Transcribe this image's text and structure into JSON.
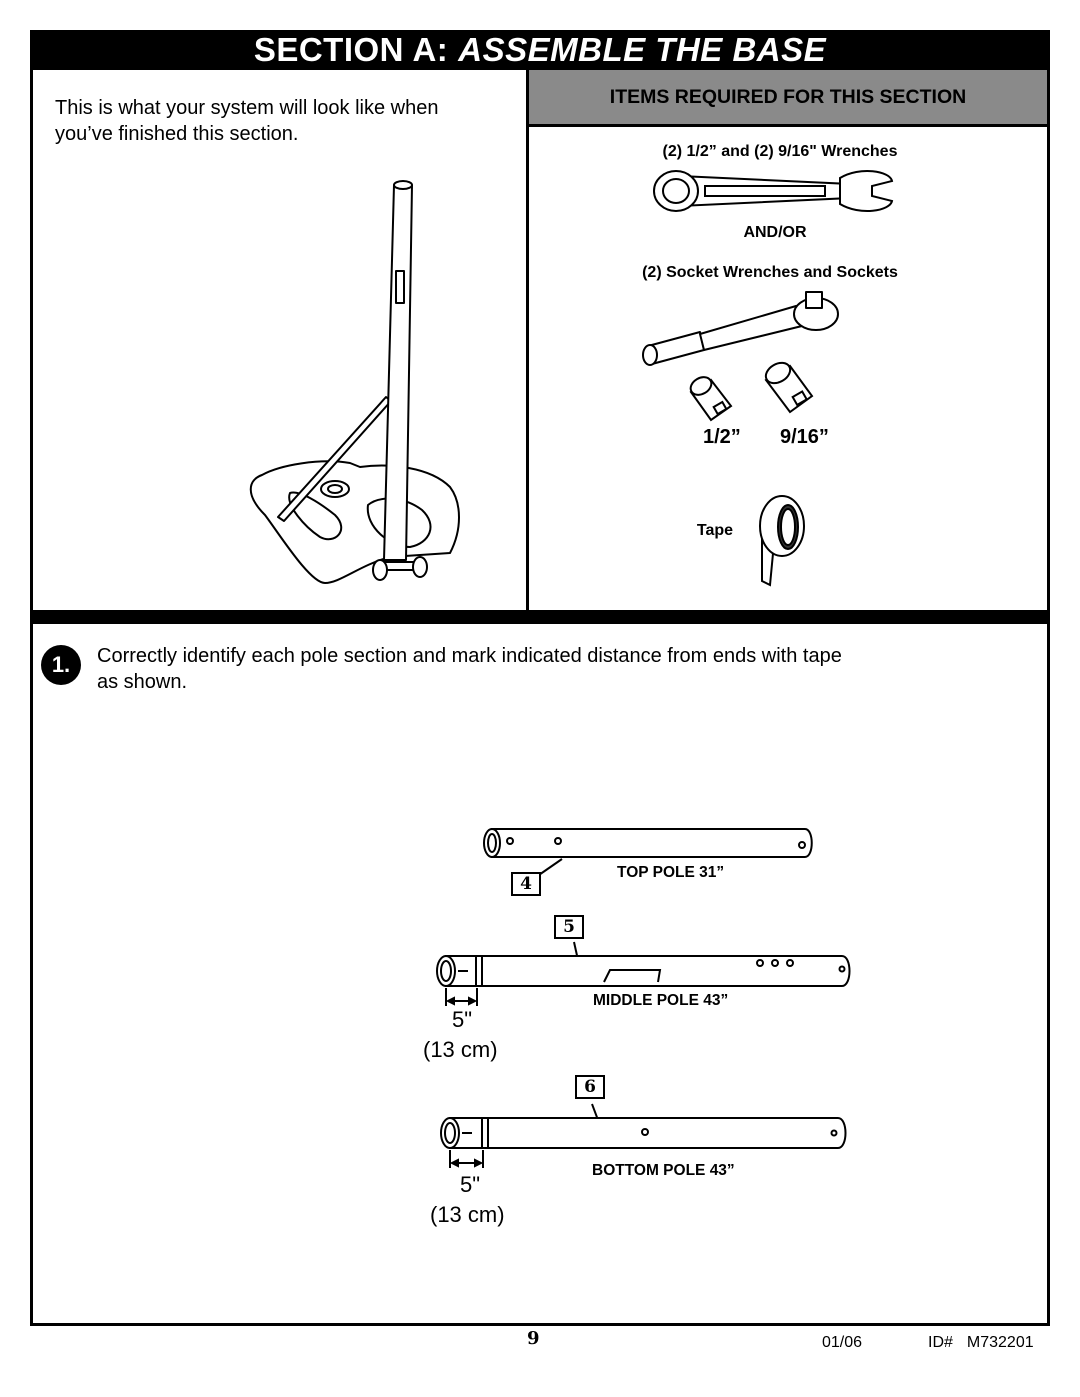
{
  "header": {
    "section_label": "SECTION A:",
    "section_title": "ASSEMBLE THE BASE"
  },
  "intro": {
    "text": "This is what your system will look like when you’ve finished this section."
  },
  "items": {
    "heading": "ITEMS REQUIRED FOR THIS SECTION",
    "wrenches": "(2) 1/2” and (2) 9/16\" Wrenches",
    "andor": "AND/OR",
    "sockets": "(2) Socket Wrenches and Sockets",
    "size_small": "1/2”",
    "size_large": "9/16”",
    "tape": "Tape"
  },
  "step": {
    "number": "1.",
    "text": "Correctly identify each pole section and mark indicated distance from ends with tape as shown."
  },
  "poles": [
    {
      "part": "4",
      "name": "TOP POLE 31”"
    },
    {
      "part": "5",
      "name": "MIDDLE POLE 43”",
      "mark_in": "5\"",
      "mark_cm": "(13 cm)"
    },
    {
      "part": "6",
      "name": "BOTTOM POLE 43”",
      "mark_in": "5\"",
      "mark_cm": "(13 cm)"
    }
  ],
  "footer": {
    "page": "9",
    "date": "01/06",
    "id_label": "ID#",
    "id_value": "M732201"
  }
}
